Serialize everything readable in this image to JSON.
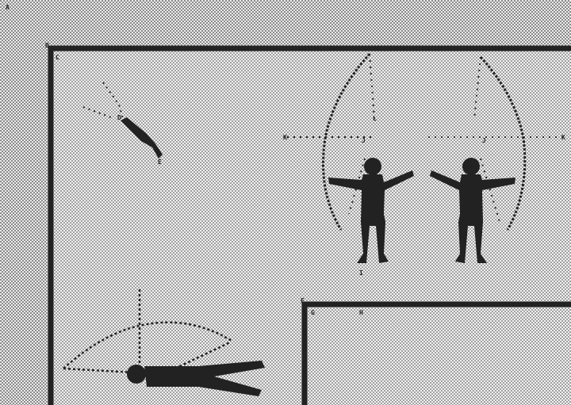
{
  "colors": {
    "ink": "#222222",
    "paper": "#e8e8e8",
    "halftone": "#9a9a9a"
  },
  "labels": {
    "a": "A",
    "b": "B",
    "c": "C",
    "d": "D",
    "e": "E",
    "k_left": "K",
    "k_right": "K",
    "l": "L",
    "j_left": "J",
    "j_right": "J",
    "i": "I",
    "f": "F",
    "g": "G",
    "h": "H"
  }
}
